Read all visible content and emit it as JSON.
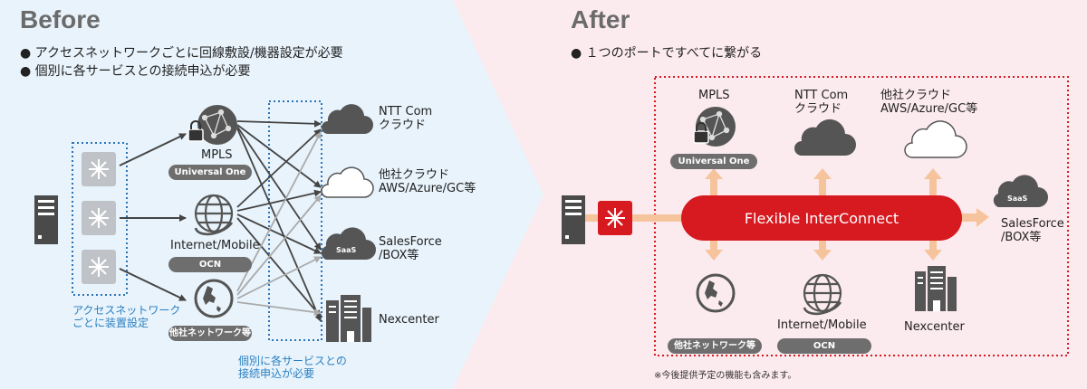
{
  "before": {
    "title": "Before",
    "bullets": [
      "アクセスネットワークごとに回線敷設/機器設定が必要",
      "個別に各サービスとの接続申込が必要"
    ],
    "networks": [
      {
        "label": "MPLS",
        "pill": "Universal One"
      },
      {
        "label": "Internet/Mobile",
        "pill": "OCN"
      },
      {
        "label": "",
        "pill": "他社ネットワーク等"
      }
    ],
    "services": [
      {
        "label_line1": "NTT Com",
        "label_line2": "クラウド"
      },
      {
        "label_line1": "他社クラウド",
        "label_line2": "AWS/Azure/GC等"
      },
      {
        "label_line1": "SalesForce",
        "label_line2": "/BOX等"
      },
      {
        "label_line1": "Nexcenter",
        "label_line2": ""
      }
    ],
    "saas_badge": "SaaS",
    "device_note_line1": "アクセスネットワーク",
    "device_note_line2": "ごとに装置設定",
    "connect_note_line1": "個別に各サービスとの",
    "connect_note_line2": "接続申込が必要"
  },
  "after": {
    "title": "After",
    "bullet": "１つのポートですべてに繋がる",
    "hub_label": "Flexible InterConnect",
    "top": [
      {
        "label_line1": "MPLS",
        "label_line2": "",
        "pill": "Universal One"
      },
      {
        "label_line1": "NTT Com",
        "label_line2": "クラウド",
        "pill": ""
      },
      {
        "label_line1": "他社クラウド",
        "label_line2": "AWS/Azure/GC等",
        "pill": ""
      }
    ],
    "right": {
      "label_line1": "SalesForce",
      "label_line2": "/BOX等",
      "badge": "SaaS"
    },
    "bottom": [
      {
        "label": "",
        "pill": "他社ネットワーク等"
      },
      {
        "label": "Internet/Mobile",
        "pill": "OCN"
      },
      {
        "label": "Nexcenter",
        "pill": ""
      }
    ],
    "footnote": "※今後提供予定の機能も含みます。"
  },
  "colors": {
    "before_bg": "#e8f3fb",
    "after_bg": "#fcebee",
    "hub": "#d71920",
    "arrow_orange": "#f6c49c",
    "blue_dotted": "#2a73b8",
    "red_dotted": "#d71920"
  }
}
